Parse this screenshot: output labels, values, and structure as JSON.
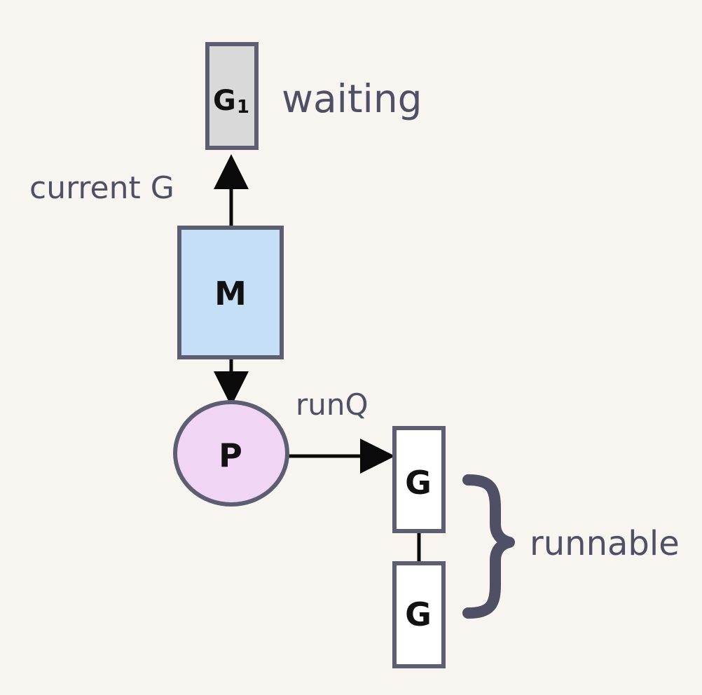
{
  "nodes": {
    "g1": {
      "label": "G",
      "subscript": "1",
      "state_label": "waiting"
    },
    "m": {
      "label": "M"
    },
    "p": {
      "label": "P"
    },
    "g_top": {
      "label": "G"
    },
    "g_bottom": {
      "label": "G"
    }
  },
  "edges": {
    "m_to_g1": {
      "label": "current G"
    },
    "p_to_runq": {
      "label": "runQ"
    }
  },
  "groups": {
    "runnable": {
      "label": "runnable"
    }
  },
  "colors": {
    "background": "#f8f5f1",
    "g1_fill": "#d9d9d9",
    "m_fill": "#c5e0f6",
    "p_fill": "#f1d5f5",
    "g_fill": "#ffffff",
    "stroke": "#5d5e72",
    "arrow": "#0a0a0a",
    "note_text": "#4f5065"
  }
}
